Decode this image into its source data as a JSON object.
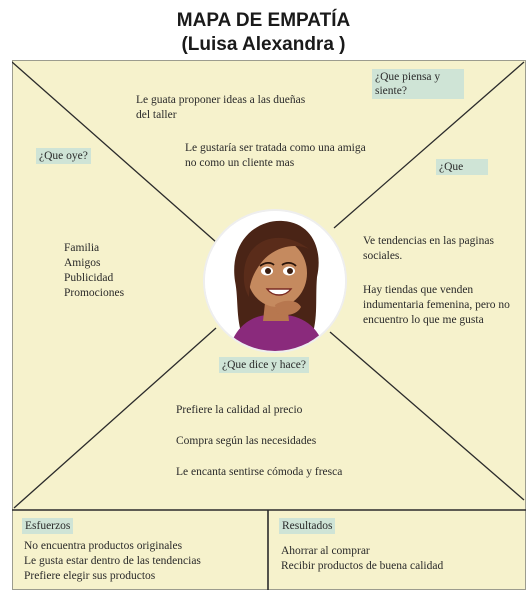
{
  "title": {
    "line1": "MAPA DE EMPATÍA",
    "line2": "(Luisa Alexandra )"
  },
  "quadrants": {
    "piensa": {
      "label": "¿Que piensa y siente?",
      "items": [
        "Le guata proponer ideas a las dueñas del taller",
        "Le gustaría ser tratada como una amiga no como un cliente mas"
      ]
    },
    "oye": {
      "label": "¿Que oye?",
      "items": [
        "Familia",
        "Amigos",
        "Publicidad",
        "Promociones"
      ]
    },
    "ve": {
      "label": "¿Que",
      "items": [
        "Ve tendencias en las paginas sociales.",
        "Hay tiendas que venden indumentaria femenina, pero no encuentro lo que me gusta"
      ]
    },
    "dice": {
      "label": "¿Que dice y hace?",
      "items": [
        "Prefiere la calidad al precio",
        "Compra según las necesidades",
        "Le encanta sentirse cómoda y fresca"
      ]
    }
  },
  "esfuerzos": {
    "label": "Esfuerzos",
    "items": [
      "No encuentra productos originales",
      "Le gusta estar dentro de las tendencias",
      "Prefiere elegir sus productos"
    ]
  },
  "resultados": {
    "label": "Resultados",
    "items": [
      "Ahorrar al comprar",
      "Recibir productos de buena calidad"
    ]
  },
  "colors": {
    "board": "#f6f2cc",
    "label_bg": "#cfe4d6",
    "lines": "#2b2b2b"
  }
}
